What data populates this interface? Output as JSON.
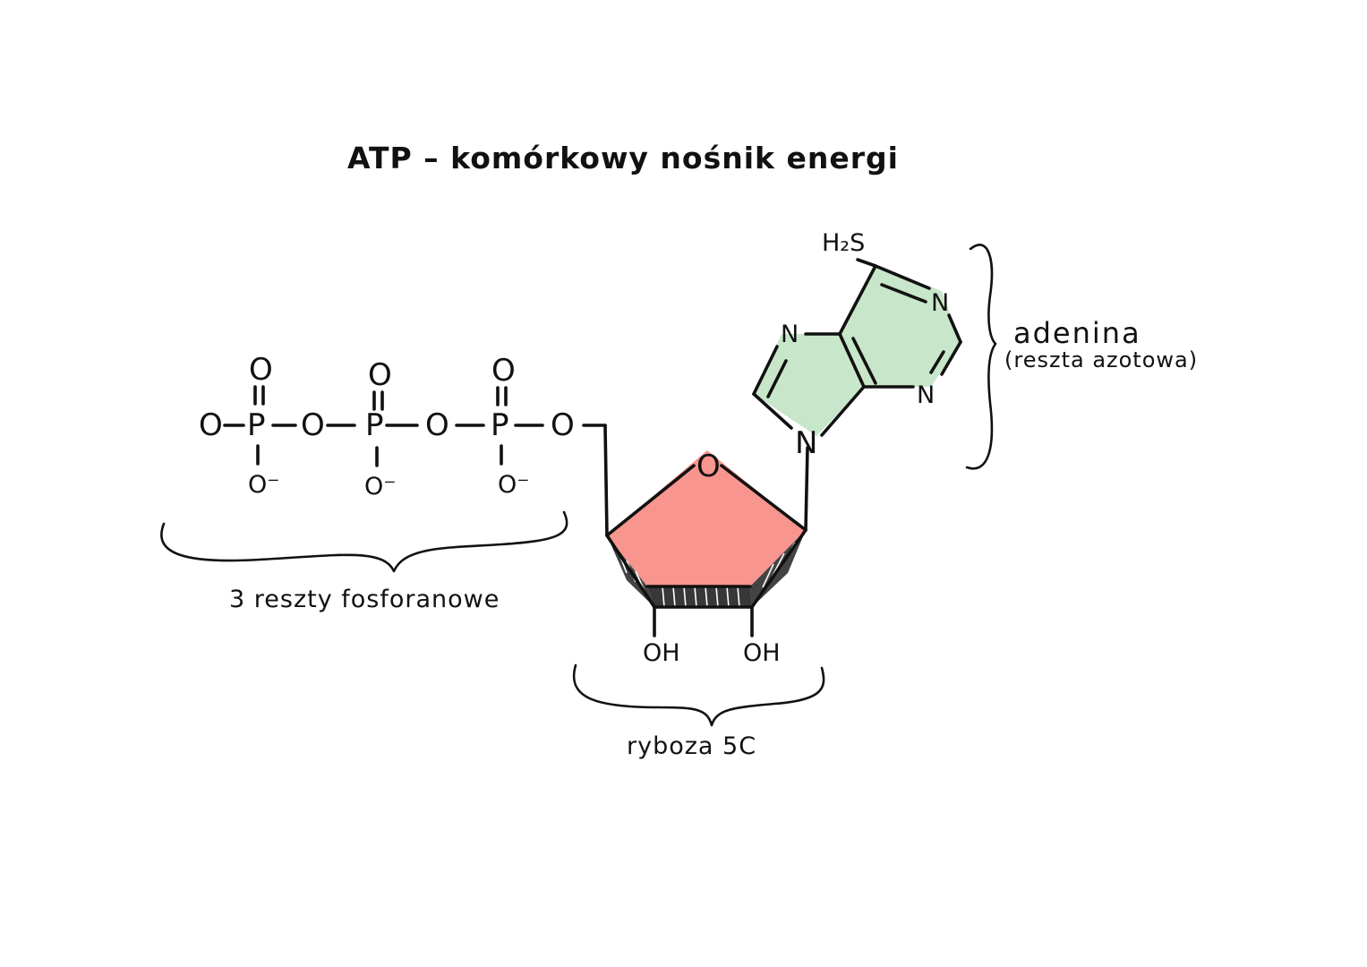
{
  "title": "ATP – komórkowy nośnik energi",
  "phosphates": {
    "atoms": {
      "o_left": "O",
      "p1": "P",
      "o_bridge1": "O",
      "p2": "P",
      "o_bridge2": "O",
      "p3": "P",
      "o_ribose": "O",
      "o_top": "O",
      "o_minus": "O⁻"
    },
    "label": "3 reszty fosforanowe"
  },
  "ribose": {
    "ring_oxygen": "O",
    "oh_left": "OH",
    "oh_right": "OH",
    "label": "ryboza 5C",
    "color": "#f7958e"
  },
  "adenine": {
    "amine": "H₂S",
    "n_top_right": "N",
    "n_top_left": "N",
    "n_right": "N",
    "n_bottom": "N",
    "label": "adenina",
    "sublabel": "(reszta azotowa)",
    "color": "#c8e6c9"
  }
}
